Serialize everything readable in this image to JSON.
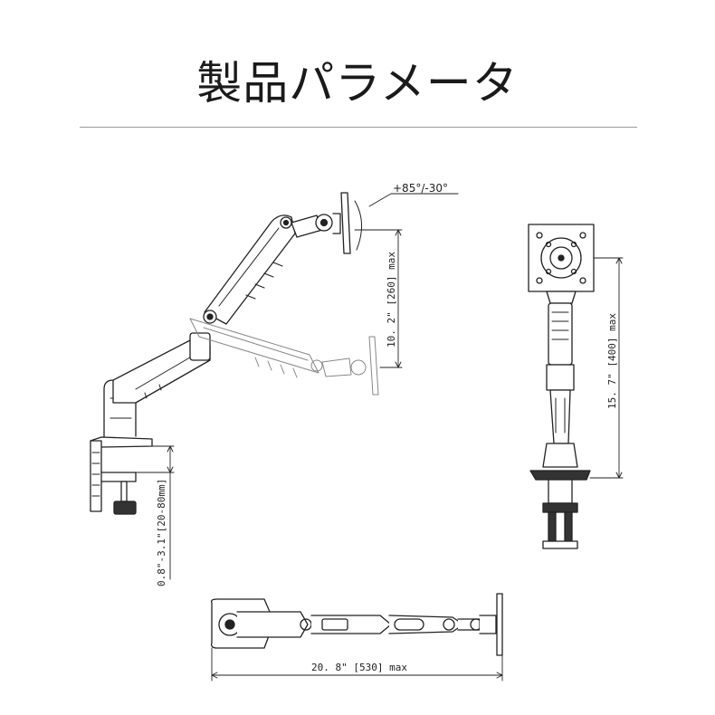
{
  "title": "製品パラメータ",
  "dimensions": {
    "tilt": "+85°/-30°",
    "height_travel": "10. 2\" [260] max",
    "clamp_range": "0.8\"-3.1\"[20-80mm]",
    "vertical_height": "15. 7\" [400] max",
    "reach": "20. 8\" [530] max"
  }
}
